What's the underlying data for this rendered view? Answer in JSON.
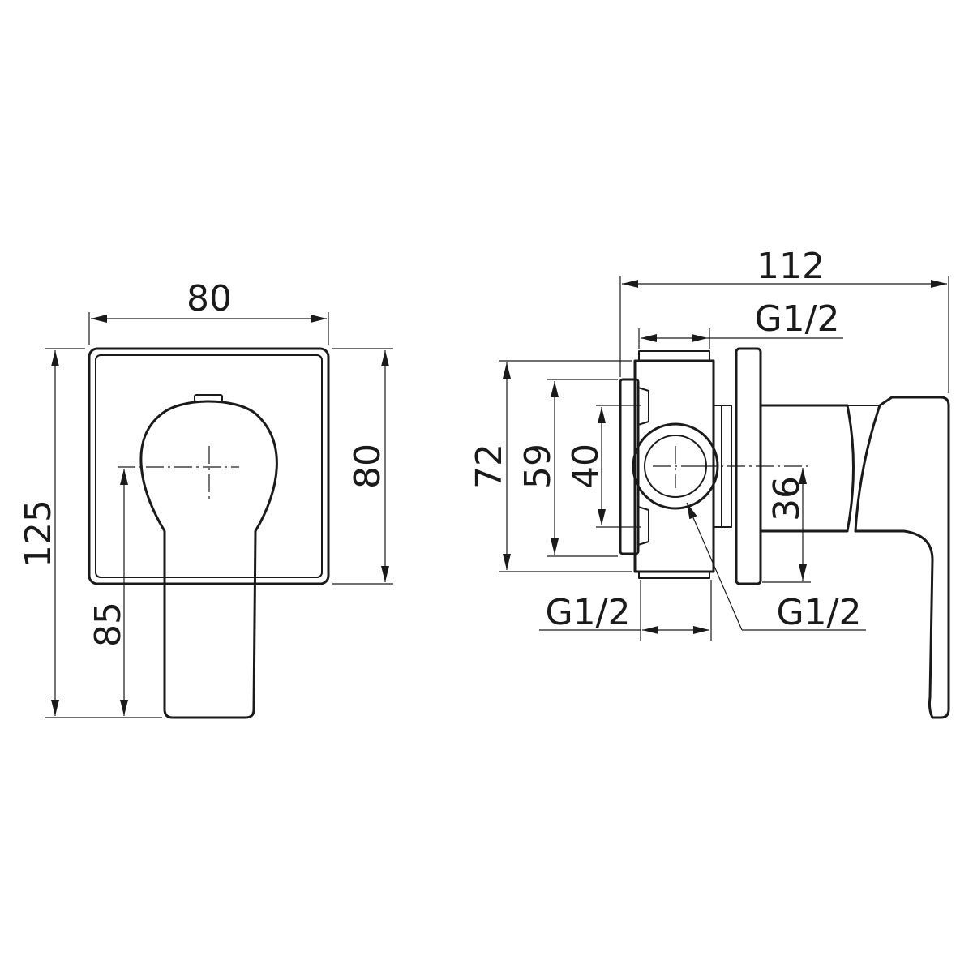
{
  "front_view": {
    "width_label": "80",
    "height_label": "80",
    "total_height_label": "125",
    "handle_length_label": "85"
  },
  "side_view": {
    "depth_label": "112",
    "top_thread_label": "G1/2",
    "height_72_label": "72",
    "height_59_label": "59",
    "height_40_label": "40",
    "offset_36_label": "36",
    "bottom_thread_label": "G1/2",
    "side_thread_label": "G1/2"
  }
}
